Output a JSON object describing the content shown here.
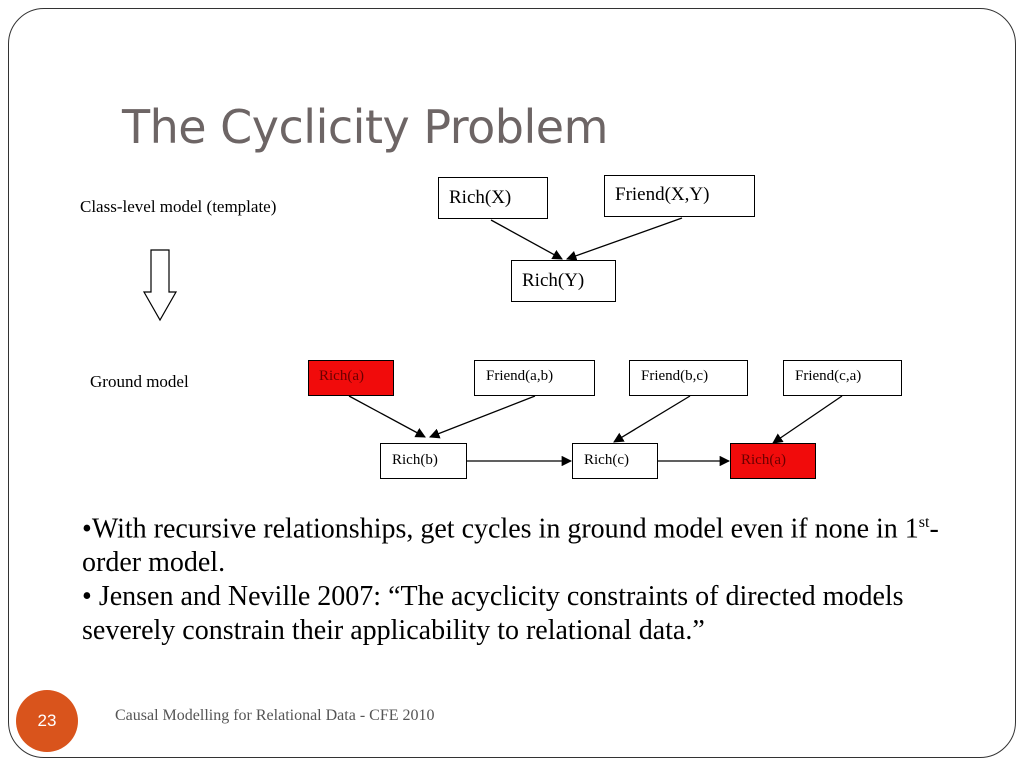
{
  "slide": {
    "title": "The Cyclicity Problem",
    "footer": "Causal Modelling for Relational Data - CFE 2010",
    "slide_number": "23"
  },
  "labels": {
    "class_level": "Class-level model (template)",
    "ground": "Ground model"
  },
  "class_model": {
    "nodes": [
      "Rich(X)",
      "Friend(X,Y)",
      "Rich(Y)"
    ]
  },
  "ground_model": {
    "top_nodes": [
      "Rich(a)",
      "Friend(a,b)",
      "Friend(b,c)",
      "Friend(c,a)"
    ],
    "bottom_nodes": [
      "Rich(b)",
      "Rich(c)",
      "Rich(a)"
    ],
    "highlight_color": "#f10b0b"
  },
  "bullets": {
    "b1_bullet": "•",
    "b1_part1": "With recursive relationships, get cycles in ground model even if none in 1",
    "b1_sup": "st",
    "b1_part2": "-order model.",
    "b2_bullet": "•",
    "b2_text": "Jensen and Neville 2007: “The acyclicity constraints of directed models severely constrain their applicability to relational data.”"
  }
}
